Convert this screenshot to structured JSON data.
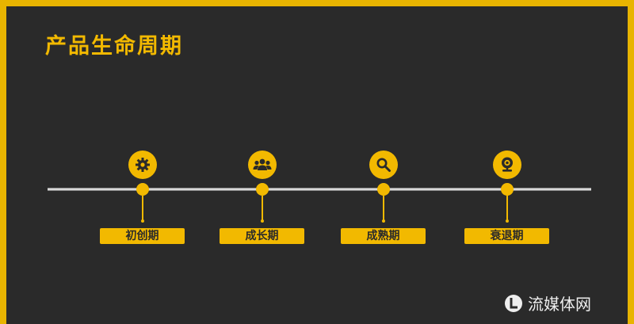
{
  "page": {
    "title": "产品生命周期",
    "accent_color": "#f2b900",
    "background_color": "#2a2a2a"
  },
  "stages": [
    {
      "label": "初创期",
      "icon": "gear-icon"
    },
    {
      "label": "成长期",
      "icon": "people-icon"
    },
    {
      "label": "成熟期",
      "icon": "search-icon"
    },
    {
      "label": "衰退期",
      "icon": "webcam-icon"
    }
  ],
  "watermark": {
    "text": "流媒体网"
  }
}
